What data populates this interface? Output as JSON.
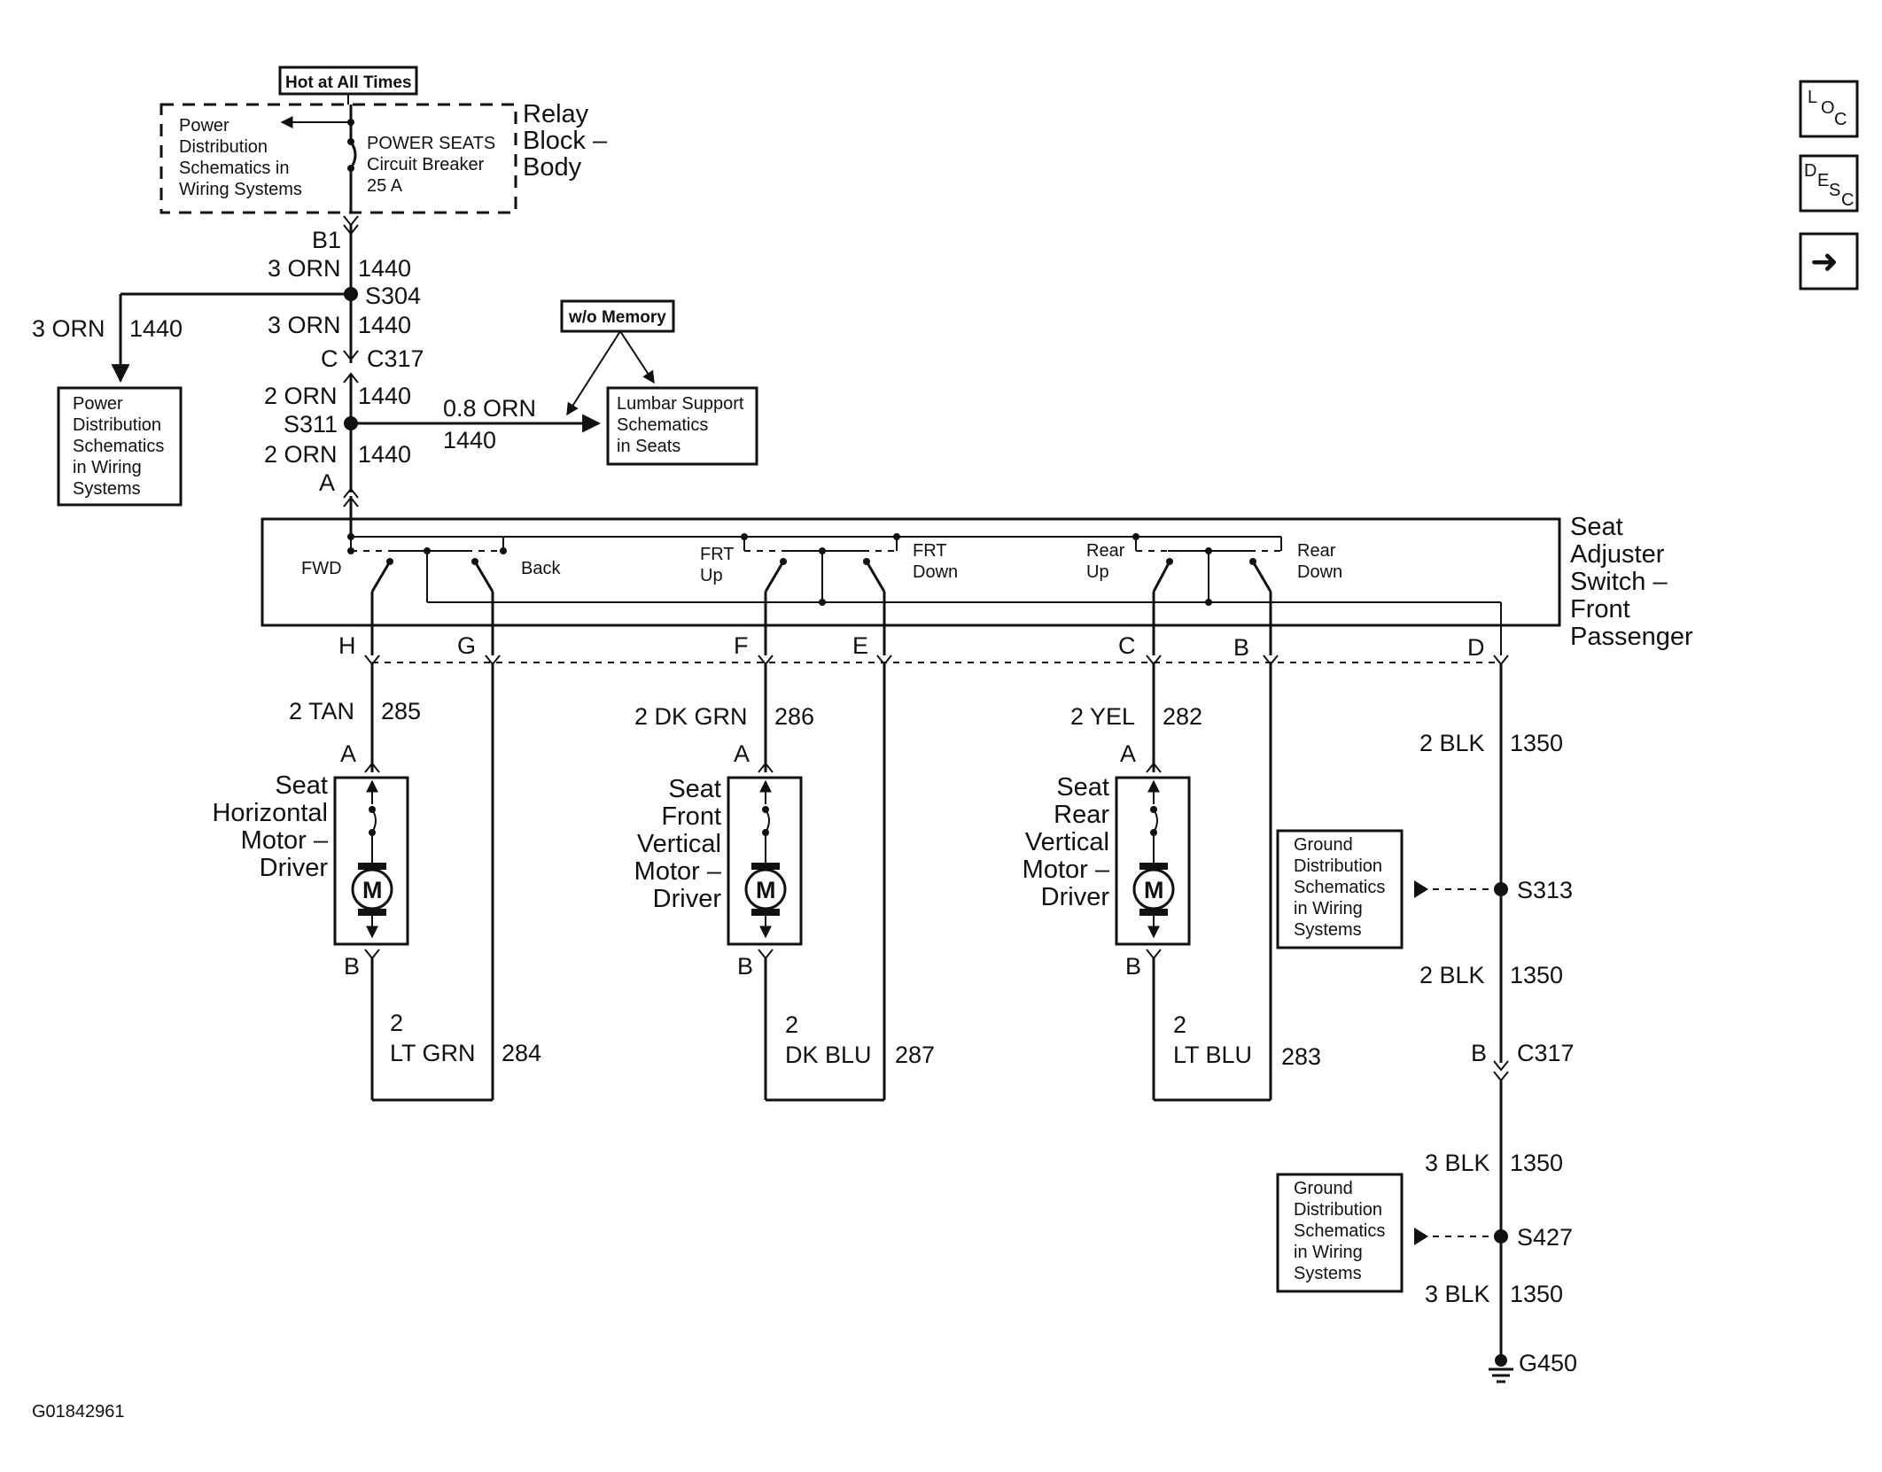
{
  "nav": {
    "loc_letters": [
      "L",
      "O",
      "C"
    ],
    "desc_letters": [
      "D",
      "E",
      "S",
      "C"
    ],
    "next_glyph": "➜"
  },
  "source": {
    "hot_at_all_times": "Hot at All Times",
    "power_dist_lines": [
      "Power",
      "Distribution",
      "Schematics in",
      "Wiring Systems"
    ],
    "breaker_lines": [
      "POWER SEATS",
      "Circuit Breaker",
      "25 A"
    ],
    "relay_block_lines": [
      "Relay",
      "Block –",
      "Body"
    ]
  },
  "feed": {
    "b1": "B1",
    "w1_color": "3 ORN",
    "w1_circuit": "1440",
    "s304": "S304",
    "w2_color": "3 ORN",
    "w2_circuit": "1440",
    "left_color": "3 ORN",
    "left_circuit": "1440",
    "c317_pin": "C",
    "c317": "C317",
    "w3_color": "2 ORN",
    "w3_circuit": "1440",
    "s311": "S311",
    "w4_color": "2 ORN",
    "w4_circuit": "1440",
    "pin_a": "A",
    "lumbar_color": "0.8 ORN",
    "lumbar_circuit": "1440",
    "left_box_lines": [
      "Power",
      "Distribution",
      "Schematics",
      "in Wiring",
      "Systems"
    ],
    "wo_memory": "w/o Memory",
    "lumbar_box_lines": [
      "Lumbar Support",
      "Schematics",
      "in Seats"
    ]
  },
  "switch": {
    "title_lines": [
      "Seat",
      "Adjuster",
      "Switch –",
      "Front",
      "Passenger"
    ],
    "fwd": "FWD",
    "back": "Back",
    "frt_up_lines": [
      "FRT",
      "Up"
    ],
    "frt_down_lines": [
      "FRT",
      "Down"
    ],
    "rear_up_lines": [
      "Rear",
      "Up"
    ],
    "rear_down_lines": [
      "Rear",
      "Down"
    ],
    "pins": {
      "h": "H",
      "g": "G",
      "f": "F",
      "e": "E",
      "c": "C",
      "b": "B",
      "d": "D"
    }
  },
  "motors": {
    "horizontal": {
      "wire_color": "2 TAN",
      "wire_circuit": "285",
      "pin_a": "A",
      "pin_b": "B",
      "name_lines": [
        "Seat",
        "Horizontal",
        "Motor –",
        "Driver"
      ],
      "m": "M",
      "return_gauge": "2",
      "return_color": "LT GRN",
      "return_circuit": "284"
    },
    "front_vertical": {
      "wire_color": "2 DK GRN",
      "wire_circuit": "286",
      "pin_a": "A",
      "pin_b": "B",
      "name_lines": [
        "Seat",
        "Front",
        "Vertical",
        "Motor –",
        "Driver"
      ],
      "m": "M",
      "return_gauge": "2",
      "return_color": "DK BLU",
      "return_circuit": "287"
    },
    "rear_vertical": {
      "wire_color": "2 YEL",
      "wire_circuit": "282",
      "pin_a": "A",
      "pin_b": "B",
      "name_lines": [
        "Seat",
        "Rear",
        "Vertical",
        "Motor –",
        "Driver"
      ],
      "m": "M",
      "return_gauge": "2",
      "return_color": "LT BLU",
      "return_circuit": "283"
    }
  },
  "ground": {
    "w1_color": "2 BLK",
    "w1_circuit": "1350",
    "s313": "S313",
    "w2_color": "2 BLK",
    "w2_circuit": "1350",
    "c317_pin": "B",
    "c317": "C317",
    "w3_color": "3 BLK",
    "w3_circuit": "1350",
    "s427": "S427",
    "w4_color": "3 BLK",
    "w4_circuit": "1350",
    "g450": "G450",
    "box1_lines": [
      "Ground",
      "Distribution",
      "Schematics",
      "in Wiring",
      "Systems"
    ],
    "box2_lines": [
      "Ground",
      "Distribution",
      "Schematics",
      "in Wiring",
      "Systems"
    ]
  },
  "figure_id": "G01842961"
}
